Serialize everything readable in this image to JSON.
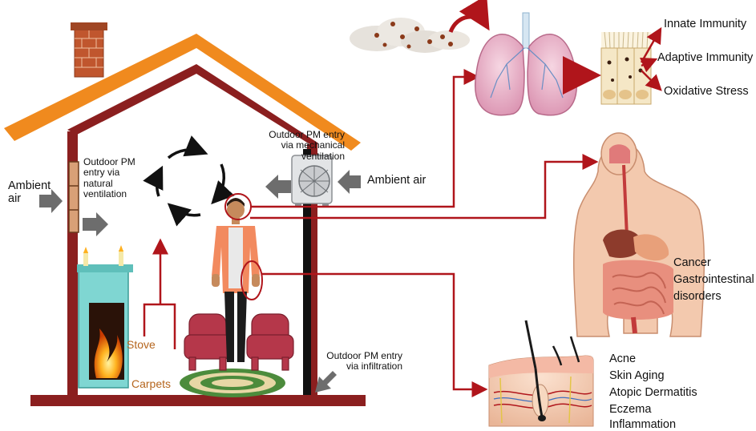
{
  "house_labels": {
    "ambient_air_left": "Ambient\nair",
    "natural_ventilation": "Outdoor PM\nentry via\nnatural\nventilation",
    "mechanical_ventilation": "Outdoor PM entry\nvia mechanical\nventilation",
    "ambient_air_right": "Ambient air",
    "stove": "Stove",
    "carpets": "Carpets",
    "infiltration": "Outdoor PM entry\nvia infiltration"
  },
  "lung_effects": [
    "Innate Immunity",
    "Adaptive Immunity",
    "Oxidative Stress"
  ],
  "gi_effects": [
    "Cancer",
    "Gastrointestinal",
    "disorders"
  ],
  "skin_effects": [
    "Acne",
    "Skin Aging",
    "Atopic Dermatitis",
    "Eczema",
    "Inflammation"
  ],
  "colors": {
    "roof": "#f08a1e",
    "wall": "#8b1f1f",
    "connector": "#b0151b",
    "arrow_gray": "#6d6d6d",
    "label_brown": "#b5651d"
  }
}
